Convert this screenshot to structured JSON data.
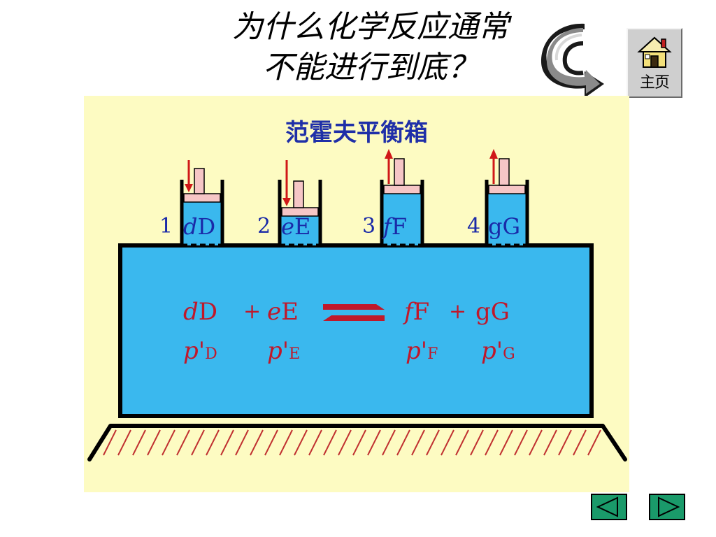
{
  "slide": {
    "title_line1": "为什么化学反应通常",
    "title_line2": "不能进行到底？"
  },
  "home_button": {
    "label": "主页"
  },
  "diagram": {
    "heading": "范霍夫平衡箱",
    "chambers": [
      {
        "number": "1",
        "coef": "d",
        "species": "D",
        "piston_motion": "down"
      },
      {
        "number": "2",
        "coef": "e",
        "species": "E",
        "piston_motion": "down"
      },
      {
        "number": "3",
        "coef": "f",
        "species": "F",
        "piston_motion": "up"
      },
      {
        "number": "4",
        "coef": "g",
        "species": "G",
        "piston_motion": "up"
      }
    ],
    "equation": {
      "reactant_1": "D",
      "reactant_1_coef": "d",
      "reactant_2": "E",
      "reactant_2_coef": "e",
      "product_1": "F",
      "product_1_coef": "f",
      "product_2": "G",
      "product_2_coef": "g",
      "plus": "+"
    },
    "pressures": [
      {
        "symbol": "p'",
        "sub": "D"
      },
      {
        "symbol": "p'",
        "sub": "E"
      },
      {
        "symbol": "p'",
        "sub": "F"
      },
      {
        "symbol": "p'",
        "sub": "G"
      }
    ]
  },
  "colors": {
    "panel_bg": "#fdfbc2",
    "box_fill": "#3ab8ee",
    "outline": "#000000",
    "heading": "#1f2fa8",
    "label_blue": "#1a2aa8",
    "equation_red": "#c0182a",
    "piston": "#f6c6c6",
    "arrow_red": "#d01818",
    "hatch": "#c03030",
    "nav_fill": "#1a9a6a"
  }
}
